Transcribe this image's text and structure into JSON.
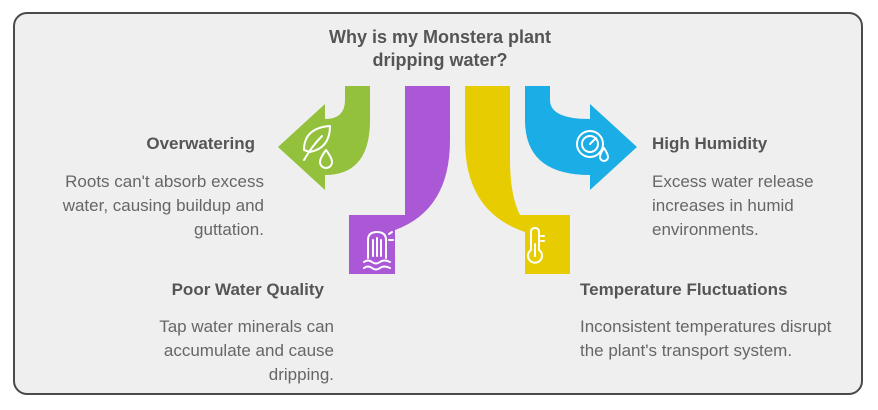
{
  "title": "Why is my Monstera plant dripping water?",
  "items": [
    {
      "heading": "Overwatering",
      "description": "Roots can't absorb excess water, causing buildup and guttation.",
      "color": "#93c13c",
      "icon": "leaf-water-drop-icon"
    },
    {
      "heading": "Poor Water Quality",
      "description": "Tap water minerals can accumulate and cause dripping.",
      "color": "#aa58d6",
      "icon": "water-filter-icon"
    },
    {
      "heading": "Temperature Fluctuations",
      "description": "Inconsistent temperatures disrupt the plant's transport system.",
      "color": "#e6cc00",
      "icon": "thermometer-icon"
    },
    {
      "heading": "High Humidity",
      "description": "Excess water release increases in humid environments.",
      "color": "#1baee6",
      "icon": "humidity-gauge-icon"
    }
  ]
}
